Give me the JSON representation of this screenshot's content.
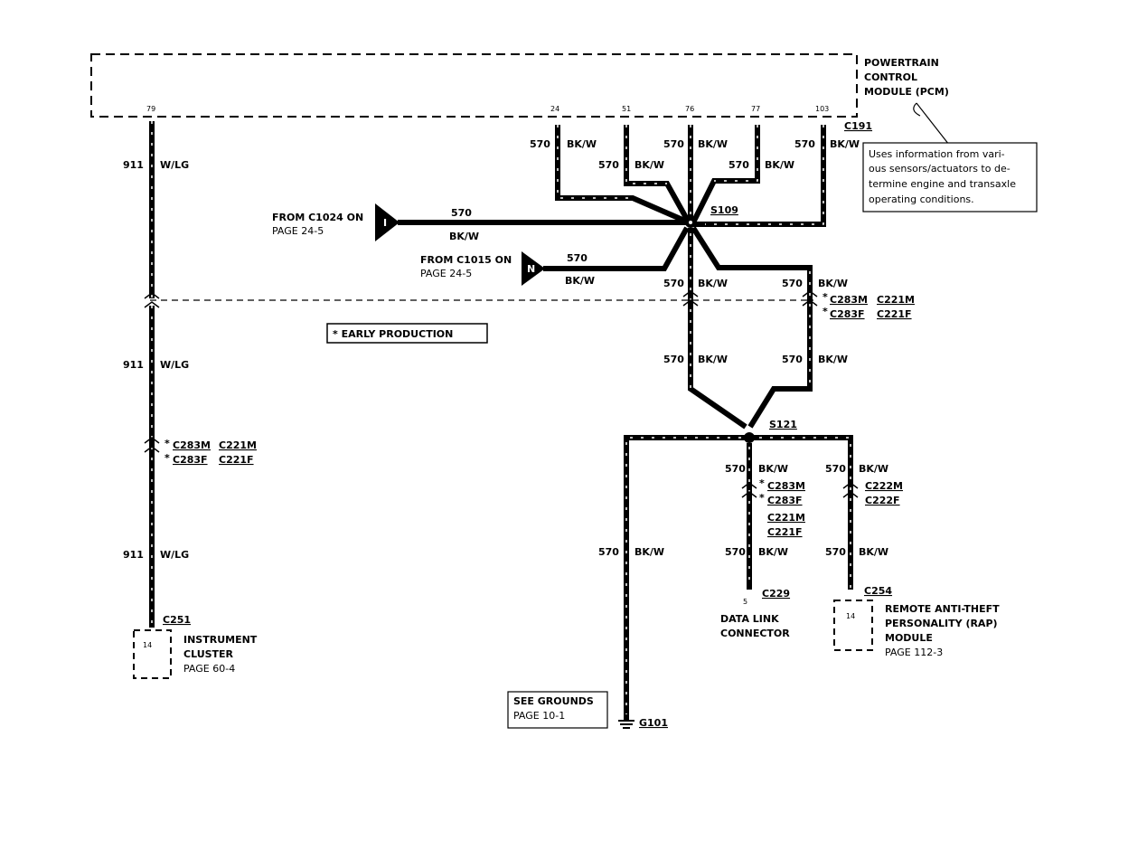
{
  "pcm": {
    "title_line1": "POWERTRAIN",
    "title_line2": "CONTROL",
    "title_line3": "MODULE (PCM)",
    "pins": [
      "79",
      "24",
      "51",
      "76",
      "77",
      "103"
    ],
    "connector": "C191"
  },
  "note": {
    "line1": "Uses information from vari-",
    "line2": "ous sensors/actuators to de-",
    "line3": "termine engine and transaxle",
    "line4": "operating conditions."
  },
  "wires": {
    "circuit_911": "911",
    "color_wlg": "W/LG",
    "circuit_570": "570",
    "color_bkw": "BK/W"
  },
  "splices": {
    "s109": "S109",
    "s121": "S121"
  },
  "from_c1024": {
    "line1": "FROM C1024 ON",
    "line2": "PAGE 24-5",
    "letter": "I"
  },
  "from_c1015": {
    "line1": "FROM C1015 ON",
    "line2": "PAGE 24-5",
    "letter": "N"
  },
  "early_production": "*  EARLY PRODUCTION",
  "connectors": {
    "c283m": "C283M",
    "c283f": "C283F",
    "c221m": "C221M",
    "c221f": "C221F",
    "c222m": "C222M",
    "c222f": "C222F",
    "star": "*"
  },
  "instrument_cluster": {
    "connector": "C251",
    "pin": "14",
    "line1": "INSTRUMENT",
    "line2": "CLUSTER",
    "line3": "PAGE 60-4"
  },
  "data_link": {
    "connector": "C229",
    "pin": "5",
    "line1": "DATA LINK",
    "line2": "CONNECTOR"
  },
  "rap": {
    "connector": "C254",
    "pin": "14",
    "line1": "REMOTE ANTI-THEFT",
    "line2": "PERSONALITY (RAP)",
    "line3": "MODULE",
    "line4": "PAGE 112-3"
  },
  "grounds": {
    "line1": "SEE GROUNDS",
    "line2": "PAGE 10-1",
    "ground": "G101"
  }
}
